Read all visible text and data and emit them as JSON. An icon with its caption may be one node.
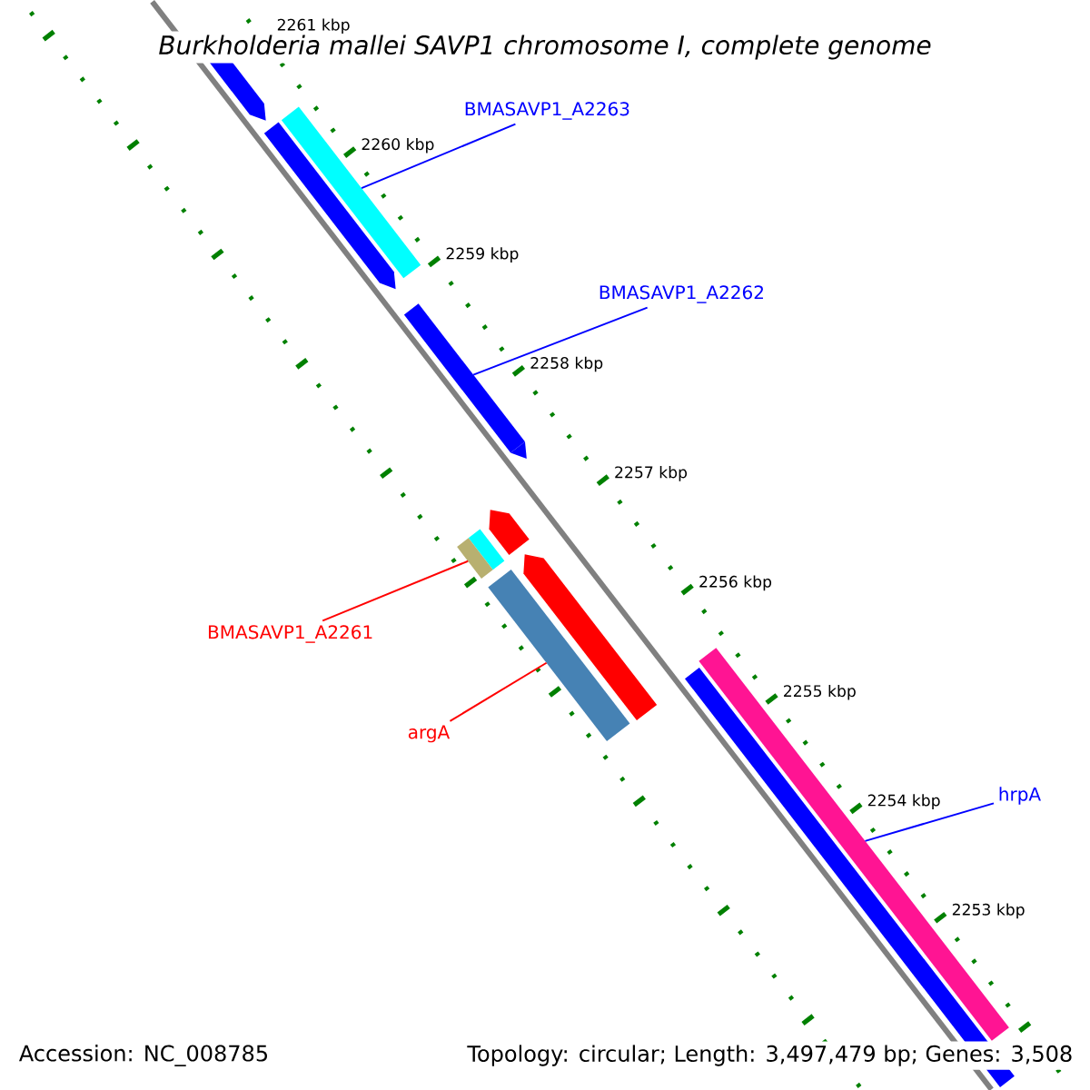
{
  "diagram": {
    "title": "Burkholderia mallei SAVP1 chromosome I, complete genome",
    "nodes": [
      {
        "text": [
          "BMASAVP1_A2263"
        ]
      },
      {
        "text": [],
        "shape": "bar"
      },
      {
        "text": [
          "BMASAVP1_A2262"
        ]
      },
      {
        "text": [],
        "shape": "bar"
      },
      {
        "text": [
          "BMASAVP1_A2261"
        ]
      },
      {
        "text": [],
        "shape": "bar"
      },
      {
        "text": [
          "argA"
        ]
      },
      {
        "text": [],
        "shape": "bar"
      },
      {
        "text": [
          "hrpA"
        ]
      },
      {
        "text": [],
        "shape": "bar"
      }
    ],
    "edges": [
      {
        "from": 0,
        "to": 1,
        "arrow": "none"
      },
      {
        "from": 2,
        "to": 3,
        "arrow": "none"
      },
      {
        "from": 4,
        "to": 5,
        "arrow": "none",
        "color": "#ff0000"
      },
      {
        "from": 6,
        "to": 7,
        "arrow": "none",
        "color": "#ff0000"
      },
      {
        "from": 8,
        "to": 9,
        "arrow": "none"
      }
    ],
    "labels": [
      "2261 kbp",
      "2260 kbp",
      "2259 kbp",
      "2258 kbp",
      "2257 kbp",
      "2256 kbp",
      "2255 kbp",
      "2254 kbp",
      "2253 kbp",
      "Accession: NC_008785",
      "Topology: circular; Length: 3,497,479 bp; Genes: 3,508"
    ]
  }
}
